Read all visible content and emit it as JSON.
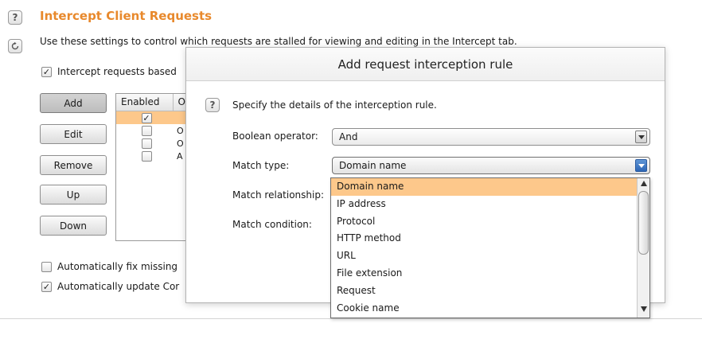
{
  "section": {
    "title": "Intercept Client Requests",
    "description": "Use these settings to control which requests are stalled for viewing and editing in the Intercept tab.",
    "help_glyph": "?",
    "refresh_icon": "refresh-icon"
  },
  "intercept_checkbox": {
    "label": "Intercept requests based",
    "checked": true
  },
  "buttons": {
    "add": "Add",
    "edit": "Edit",
    "remove": "Remove",
    "up": "Up",
    "down": "Down"
  },
  "rules_table": {
    "header_enabled": "Enabled",
    "header_operator": "O",
    "rows": [
      {
        "enabled": true,
        "selected": true,
        "text": ""
      },
      {
        "enabled": false,
        "selected": false,
        "text": "O"
      },
      {
        "enabled": false,
        "selected": false,
        "text": "O"
      },
      {
        "enabled": false,
        "selected": false,
        "text": "A"
      }
    ]
  },
  "options": {
    "auto_fix": {
      "label": "Automatically fix missing",
      "checked": false
    },
    "auto_update": {
      "label": "Automatically update Cor",
      "checked": true
    }
  },
  "dialog": {
    "title": "Add request interception rule",
    "intro": "Specify the details of the interception rule.",
    "boolean_operator": {
      "label": "Boolean operator:",
      "value": "And"
    },
    "match_type": {
      "label": "Match type:",
      "value": "Domain name"
    },
    "match_relationship": {
      "label": "Match relationship:"
    },
    "match_condition": {
      "label": "Match condition:"
    },
    "dropdown_options": [
      "Domain name",
      "IP address",
      "Protocol",
      "HTTP method",
      "URL",
      "File extension",
      "Request",
      "Cookie name"
    ],
    "highlighted_option": "Domain name"
  },
  "colors": {
    "title_orange": "#e8892c",
    "selection": "#fdc88b",
    "combo_arrow_blue": "#2d66b5"
  }
}
